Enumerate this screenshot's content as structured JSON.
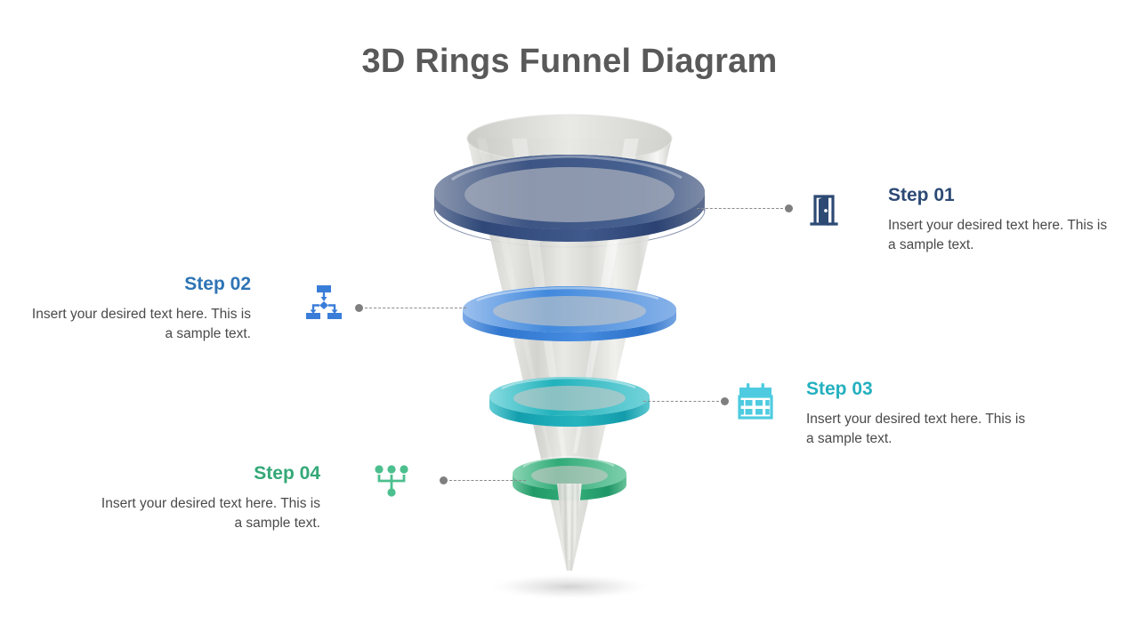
{
  "title": "3D Rings Funnel Diagram",
  "colors": {
    "title": "#595959",
    "body_text": "#4a4a4a",
    "connector": "#8a8a8a",
    "connector_dot": "#7f7f7f",
    "step1": "#2d4a75",
    "step2": "#3a7dd9",
    "step3": "#27b6c4",
    "step4": "#34a878",
    "funnel_cone": "#d9d9d6"
  },
  "steps": [
    {
      "id": "step-01",
      "title": "Step 01",
      "description": "Insert your desired text here. This is a sample text.",
      "icon": "door-icon",
      "color": "#2d4a75",
      "ring_color": "#3b5486",
      "side": "right"
    },
    {
      "id": "step-02",
      "title": "Step 02",
      "description": "Insert your desired text here. This is a sample text.",
      "icon": "flowchart-icon",
      "color": "#2e74b5",
      "ring_color": "#3f86de",
      "side": "left"
    },
    {
      "id": "step-03",
      "title": "Step 03",
      "description": "Insert your desired text here. This is a sample text.",
      "icon": "calendar-icon",
      "color": "#24b0bf",
      "ring_color": "#1fb5bd",
      "side": "right"
    },
    {
      "id": "step-04",
      "title": "Step 04",
      "description": "Insert your desired text here. This is a sample text.",
      "icon": "network-icon",
      "color": "#33a877",
      "ring_color": "#2fae77",
      "side": "left"
    }
  ],
  "funnel": {
    "name": "3d-rings-funnel",
    "ring_count": 4
  }
}
